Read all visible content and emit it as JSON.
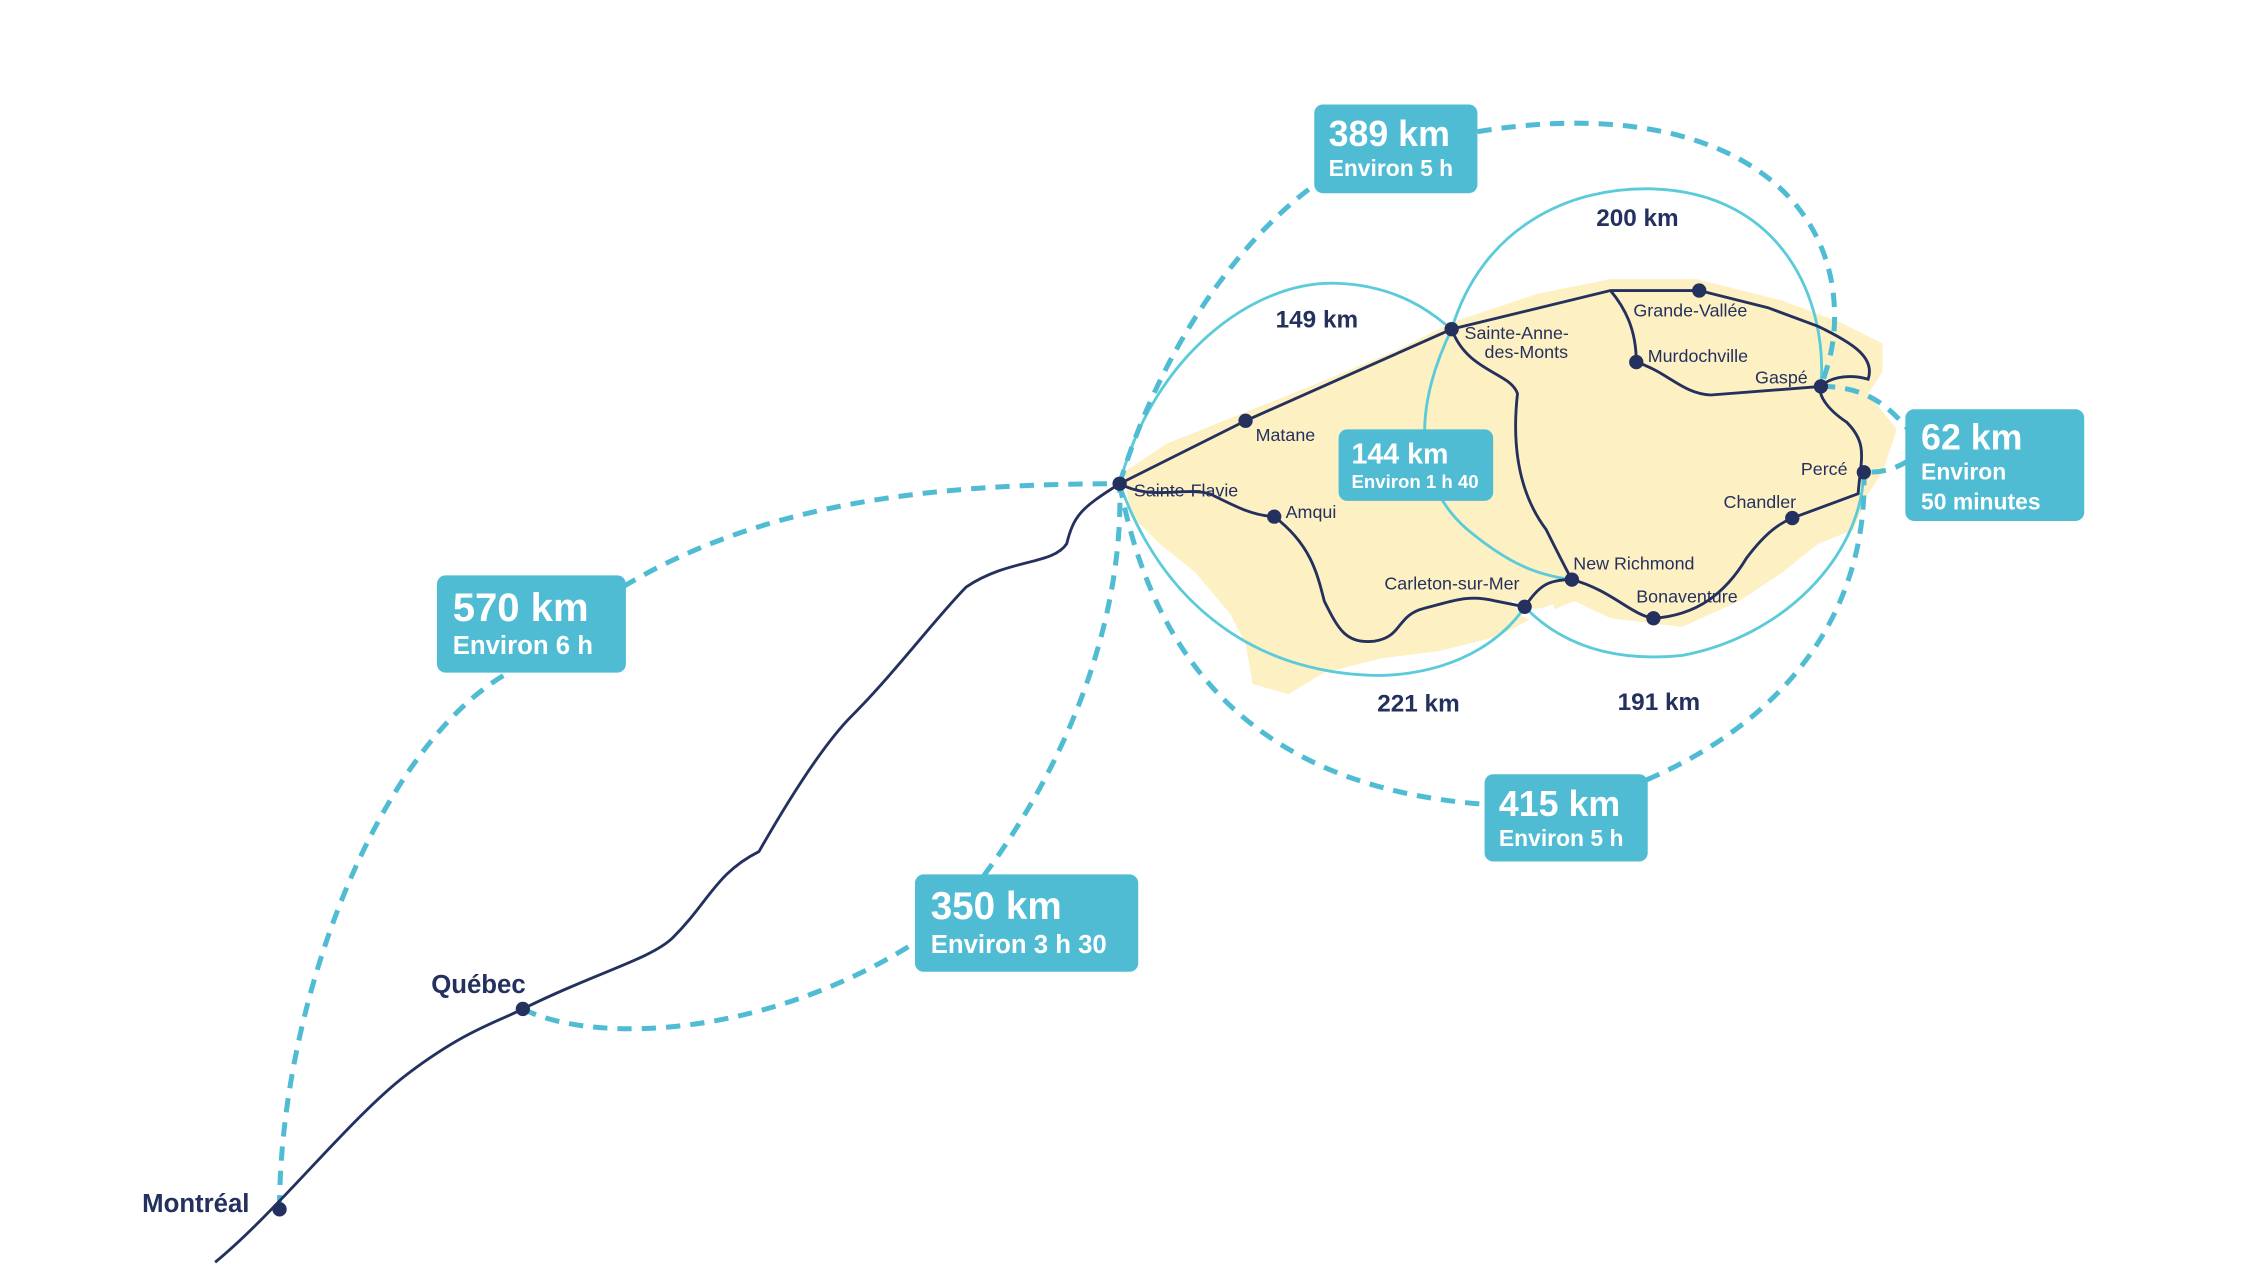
{
  "colors": {
    "accent": "#4fbcd4",
    "route": "#24305e",
    "land": "#fdf0c2",
    "circle": "#5ccbd9"
  },
  "cities": {
    "montreal": "Montréal",
    "quebec": "Québec",
    "sainte_flavie": "Sainte-Flavie",
    "matane": "Matane",
    "amqui": "Amqui",
    "sainte_anne_1": "Sainte-Anne-",
    "sainte_anne_2": "des-Monts",
    "grande_vallee": "Grande-Vallée",
    "murdochville": "Murdochville",
    "gaspe": "Gaspé",
    "perce": "Percé",
    "chandler": "Chandler",
    "new_richmond": "New Richmond",
    "bonaventure": "Bonaventure",
    "carleton": "Carleton-sur-Mer"
  },
  "loop_distances": {
    "d149": "149 km",
    "d200": "200 km",
    "d221": "221 km",
    "d191": "191 km"
  },
  "boxes": {
    "b570": {
      "km": "570 km",
      "time": "Environ 6 h"
    },
    "b389": {
      "km": "389 km",
      "time": "Environ 5 h"
    },
    "b144": {
      "km": "144 km",
      "time": "Environ 1 h 40"
    },
    "b62": {
      "km": "62 km",
      "time1": "Environ",
      "time2": "50 minutes"
    },
    "b415": {
      "km": "415 km",
      "time": "Environ 5 h"
    },
    "b350": {
      "km": "350 km",
      "time": "Environ 3 h 30"
    }
  }
}
